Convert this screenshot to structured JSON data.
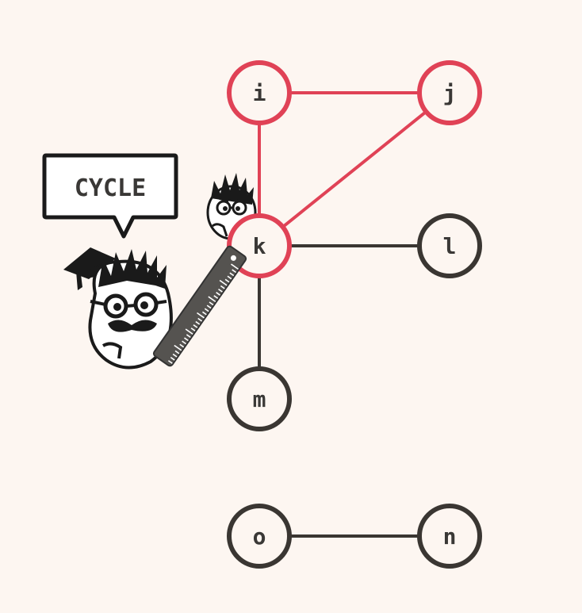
{
  "diagram": {
    "nodes": [
      {
        "id": "i",
        "label": "i",
        "highlighted": true
      },
      {
        "id": "j",
        "label": "j",
        "highlighted": true
      },
      {
        "id": "k",
        "label": "k",
        "highlighted": true
      },
      {
        "id": "l",
        "label": "l",
        "highlighted": false
      },
      {
        "id": "m",
        "label": "m",
        "highlighted": false
      },
      {
        "id": "o",
        "label": "o",
        "highlighted": false
      },
      {
        "id": "n",
        "label": "n",
        "highlighted": false
      }
    ],
    "edges": [
      {
        "from": "i",
        "to": "j",
        "highlighted": true
      },
      {
        "from": "i",
        "to": "k",
        "highlighted": true
      },
      {
        "from": "j",
        "to": "k",
        "highlighted": true
      },
      {
        "from": "k",
        "to": "l",
        "highlighted": false
      },
      {
        "from": "k",
        "to": "m",
        "highlighted": false
      },
      {
        "from": "o",
        "to": "n",
        "highlighted": false
      }
    ],
    "colors": {
      "highlight": "#e04256",
      "normal": "#3a3632",
      "node_fill": "#fdf6f1",
      "background": "#fdf6f1"
    }
  },
  "speech_bubble": {
    "text": "CYCLE"
  },
  "mascots": {
    "large": "professor-mascot-icon",
    "small": "small-professor-mascot-icon",
    "hat": "graduation-cap-icon",
    "ruler": "ruler-icon"
  }
}
